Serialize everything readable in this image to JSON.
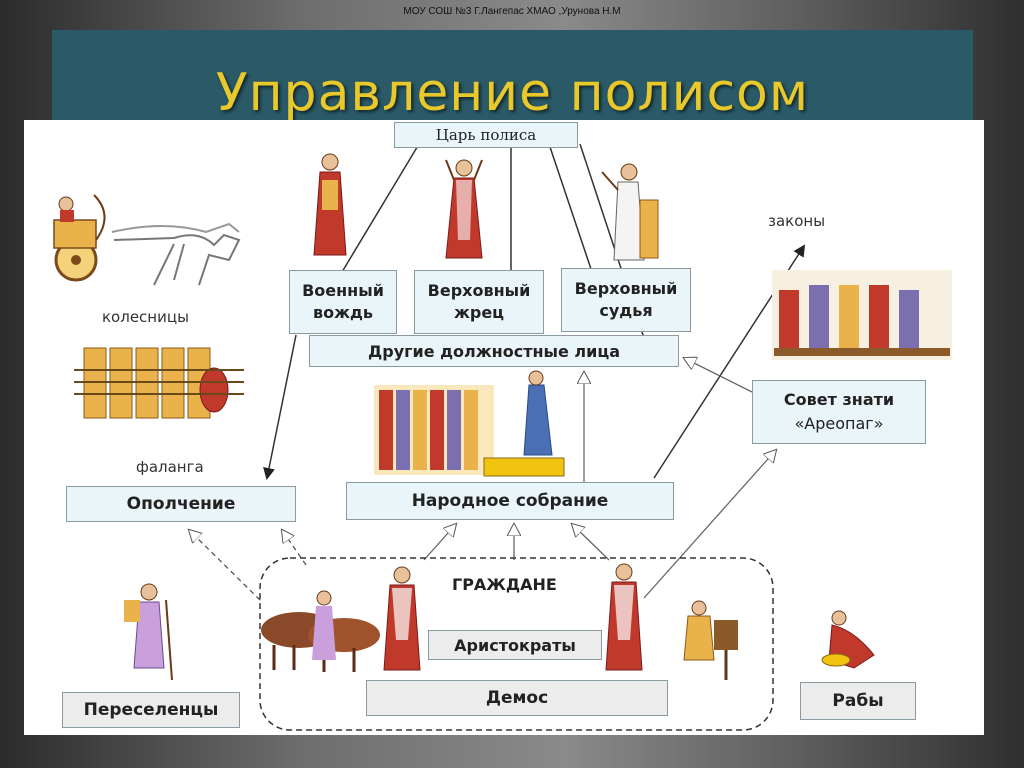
{
  "header": {
    "credit": "МОУ СОШ №3  Г.Лангепас ХМАО ,Урунова Н.М",
    "title": "Управление полисом"
  },
  "diagram": {
    "king": "Царь полиса",
    "military_leader": [
      "Военный",
      "вождь"
    ],
    "high_priest": [
      "Верховный",
      "жрец"
    ],
    "high_judge": [
      "Верховный",
      "судья"
    ],
    "other_officials": "Другие должностные лица",
    "council": [
      "Совет знати",
      "«Ареопаг»"
    ],
    "laws": "законы",
    "chariots": "колесницы",
    "phalanx": "фаланга",
    "militia": "Ополчение",
    "assembly": "Народное собрание",
    "citizens": "ГРАЖДАНЕ",
    "aristocrats": "Аристократы",
    "demos": "Демос",
    "settlers": "Переселенцы",
    "slaves": "Рабы"
  },
  "colors": {
    "title_band": "#2a5a67",
    "title_text": "#e8c82a",
    "box_fill": "#eaf5f9",
    "box_grey": "#ececec"
  }
}
